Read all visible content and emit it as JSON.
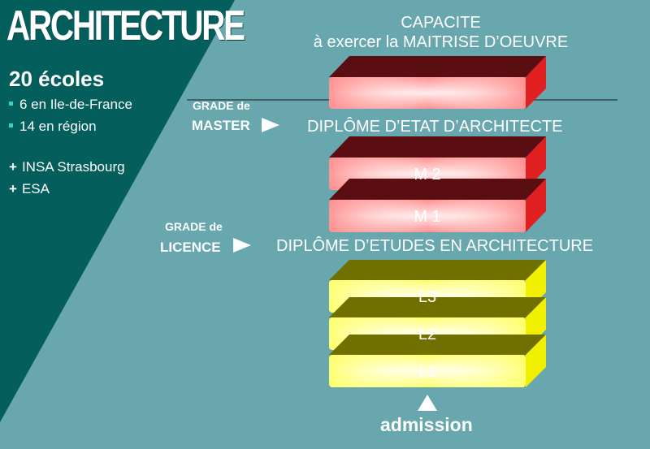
{
  "left_panel": {
    "title": "ARCHITECTURE",
    "ecoles": "20 écoles",
    "bullets": [
      "6 en Ile-de-France",
      "14 en région"
    ],
    "plus_items": [
      "INSA Strasbourg",
      "ESA"
    ]
  },
  "capacite": {
    "line1": "CAPACITE",
    "line2": "à exercer la MAITRISE D’OEUVRE"
  },
  "master": {
    "grade_label": "GRADE de",
    "grade_name": "MASTER",
    "diploma": "DIPLÔME D’ETAT D’ARCHITECTE"
  },
  "licence": {
    "grade_label": "GRADE de",
    "grade_name": "LICENCE",
    "diploma": "DIPLÔME D’ETUDES EN ARCHITECTURE"
  },
  "levels": {
    "m2": "M 2",
    "m1": "M 1",
    "l3": "L3",
    "l2": "L2",
    "l1": "L1"
  },
  "admission": "admission",
  "colors": {
    "background": "#67a7ad",
    "panel": "#045e5c",
    "master_block": "#ff9999",
    "licence_block": "#ffff80"
  }
}
